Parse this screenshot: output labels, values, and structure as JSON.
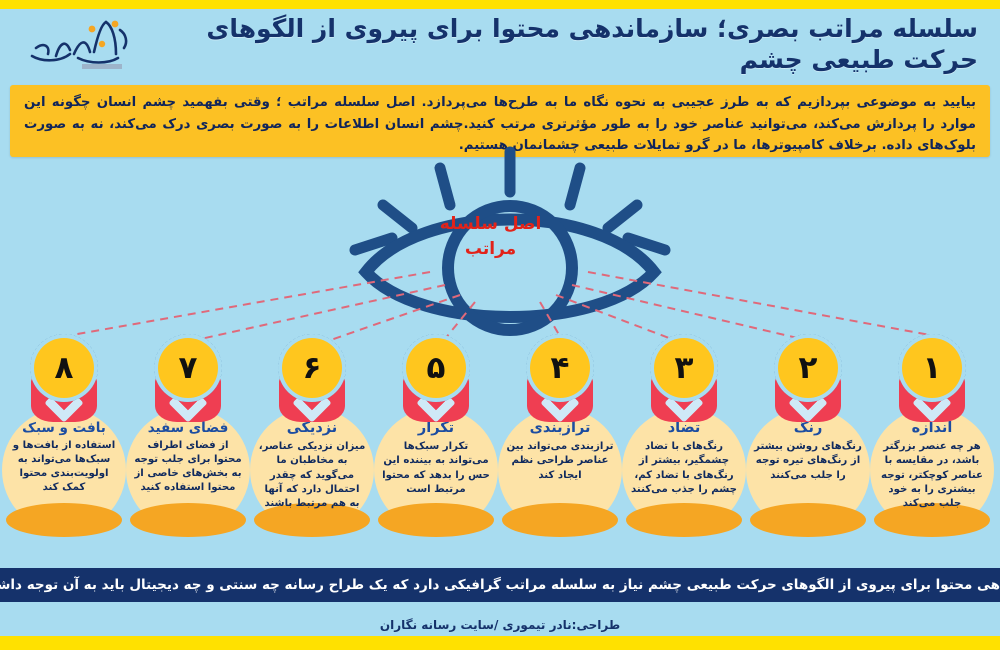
{
  "theme": {
    "background": "#a8dcf0",
    "rail": "#ffe100",
    "navy": "#15326b",
    "intro_bg": "#fcc124",
    "badge_yellow": "#ffc61e",
    "ribbon_red": "#ef3e52",
    "circle_cream": "#fde3a7",
    "circle_shadow": "#f5a623",
    "title_blue": "#1c4da1",
    "eye_red": "#e2231a"
  },
  "header": {
    "title": "سلسله مراتب بصری؛ سازماندهی محتوا برای پیروی از الگوهای حرکت طبیعی چشم",
    "logo_alt": "رسانه نگاران"
  },
  "intro": {
    "text": "بیایید به موضوعی بپردازیم که به طرز عجیبی به نحوه نگاه ما به طرح‌ها می‌پردازد. اصل سلسله مراتب ؛ وقتی بفهمید چشم انسان چگونه این موارد را پردازش می‌کند، می‌توانید عناصر خود را به طور مؤثرتری مرتب کنید.چشم انسان اطلاعات را به صورت بصری درک می‌کند، نه به صورت بلوک‌های داده. برخلاف کامپیوترها، ما در گرو تمایلات طبیعی چشمانمان هستیم."
  },
  "eye": {
    "center_label": "اصل سلسله مراتب"
  },
  "items": [
    {
      "number": "۸",
      "title": "بافت و سبک",
      "desc": "استفاده از بافت‌ها و سبک‌ها می‌تواند به اولویت‌بندی محتوا کمک کند"
    },
    {
      "number": "۷",
      "title": "فضای سفید",
      "desc": "از فضای اطراف محتوا برای جلب توجه به بخش‌های خاصی از محتوا استفاده کنید"
    },
    {
      "number": "۶",
      "title": "نزدیکی",
      "desc": "میزان نزدیکی عناصر، به مخاطبان ما می‌گوید که چقدر احتمال دارد که آنها به هم مرتبط باشند"
    },
    {
      "number": "۵",
      "title": "تکرار",
      "desc": "تکرار سبک‌ها می‌تواند به بیننده این حس را بدهد که محتوا مرتبط است"
    },
    {
      "number": "۴",
      "title": "ترازبندی",
      "desc": "ترازبندی می‌تواند بین عناصر طراحی نظم ایجاد کند"
    },
    {
      "number": "۳",
      "title": "تضاد",
      "desc": "رنگ‌های با تضاد چشمگیر، بیشتر از رنگ‌های با تضاد کم، چشم را جذب می‌کنند"
    },
    {
      "number": "۲",
      "title": "رنگ",
      "desc": "رنگ‌های روشن بیشتر از رنگ‌های تیره توجه را جلب می‌کنند"
    },
    {
      "number": "۱",
      "title": "اندازه",
      "desc": "هر چه عنصر بزرگتر باشد، در مقایسه با عناصر کوچکتر، توجه بیشتری را به خود جلب می‌کند"
    }
  ],
  "footer": {
    "statement": "سازماندهی محتوا برای پیروی از الگوهای حرکت طبیعی چشم نیاز به سلسله مراتب گرافیکی دارد که یک طراح رسانه چه سنتی و چه دیجیتال باید به آن توجه داشته باشد",
    "credit": "طراحی:نادر تیموری /سایت رسانه نگاران"
  }
}
